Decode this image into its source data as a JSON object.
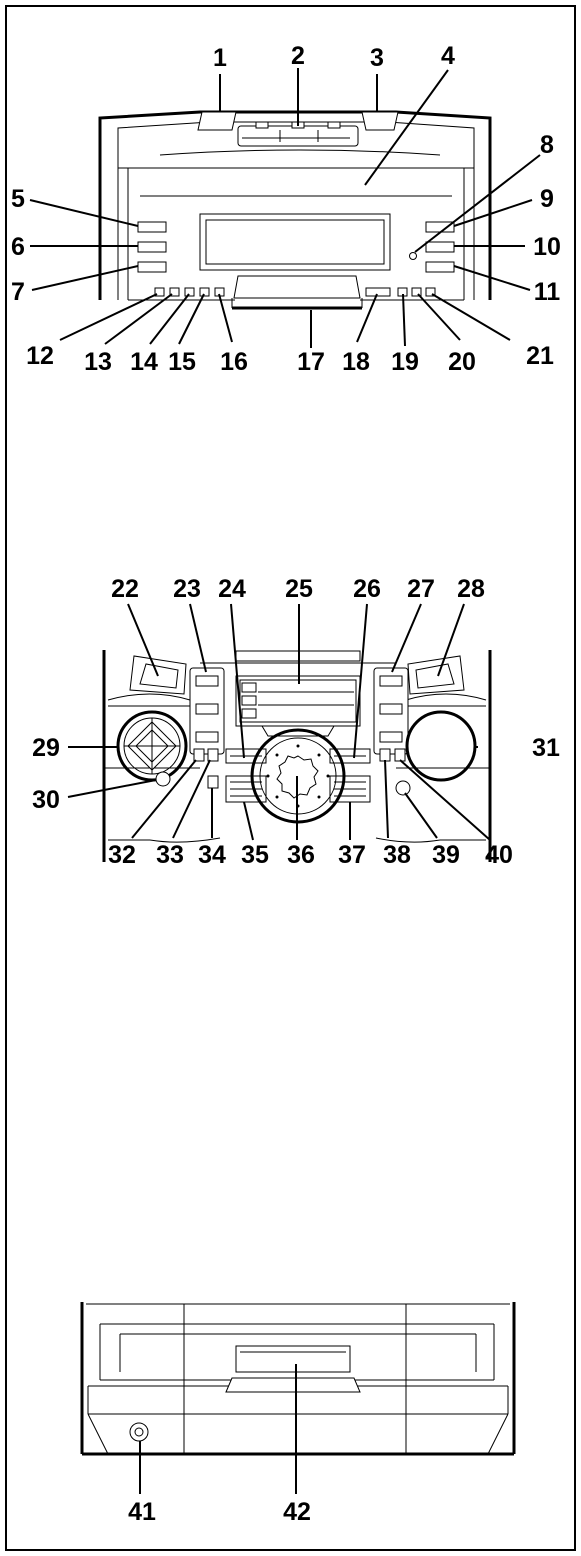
{
  "labels": [
    "1",
    "2",
    "3",
    "4",
    "5",
    "6",
    "7",
    "8",
    "9",
    "10",
    "11",
    "12",
    "13",
    "14",
    "15",
    "16",
    "17",
    "18",
    "19",
    "20",
    "21",
    "22",
    "23",
    "24",
    "25",
    "26",
    "27",
    "28",
    "29",
    "30",
    "31",
    "32",
    "33",
    "34",
    "35",
    "36",
    "37",
    "38",
    "39",
    "40",
    "41",
    "42"
  ],
  "colors": {
    "ink": "#000000",
    "paper": "#ffffff",
    "shade": "#dddddd"
  }
}
